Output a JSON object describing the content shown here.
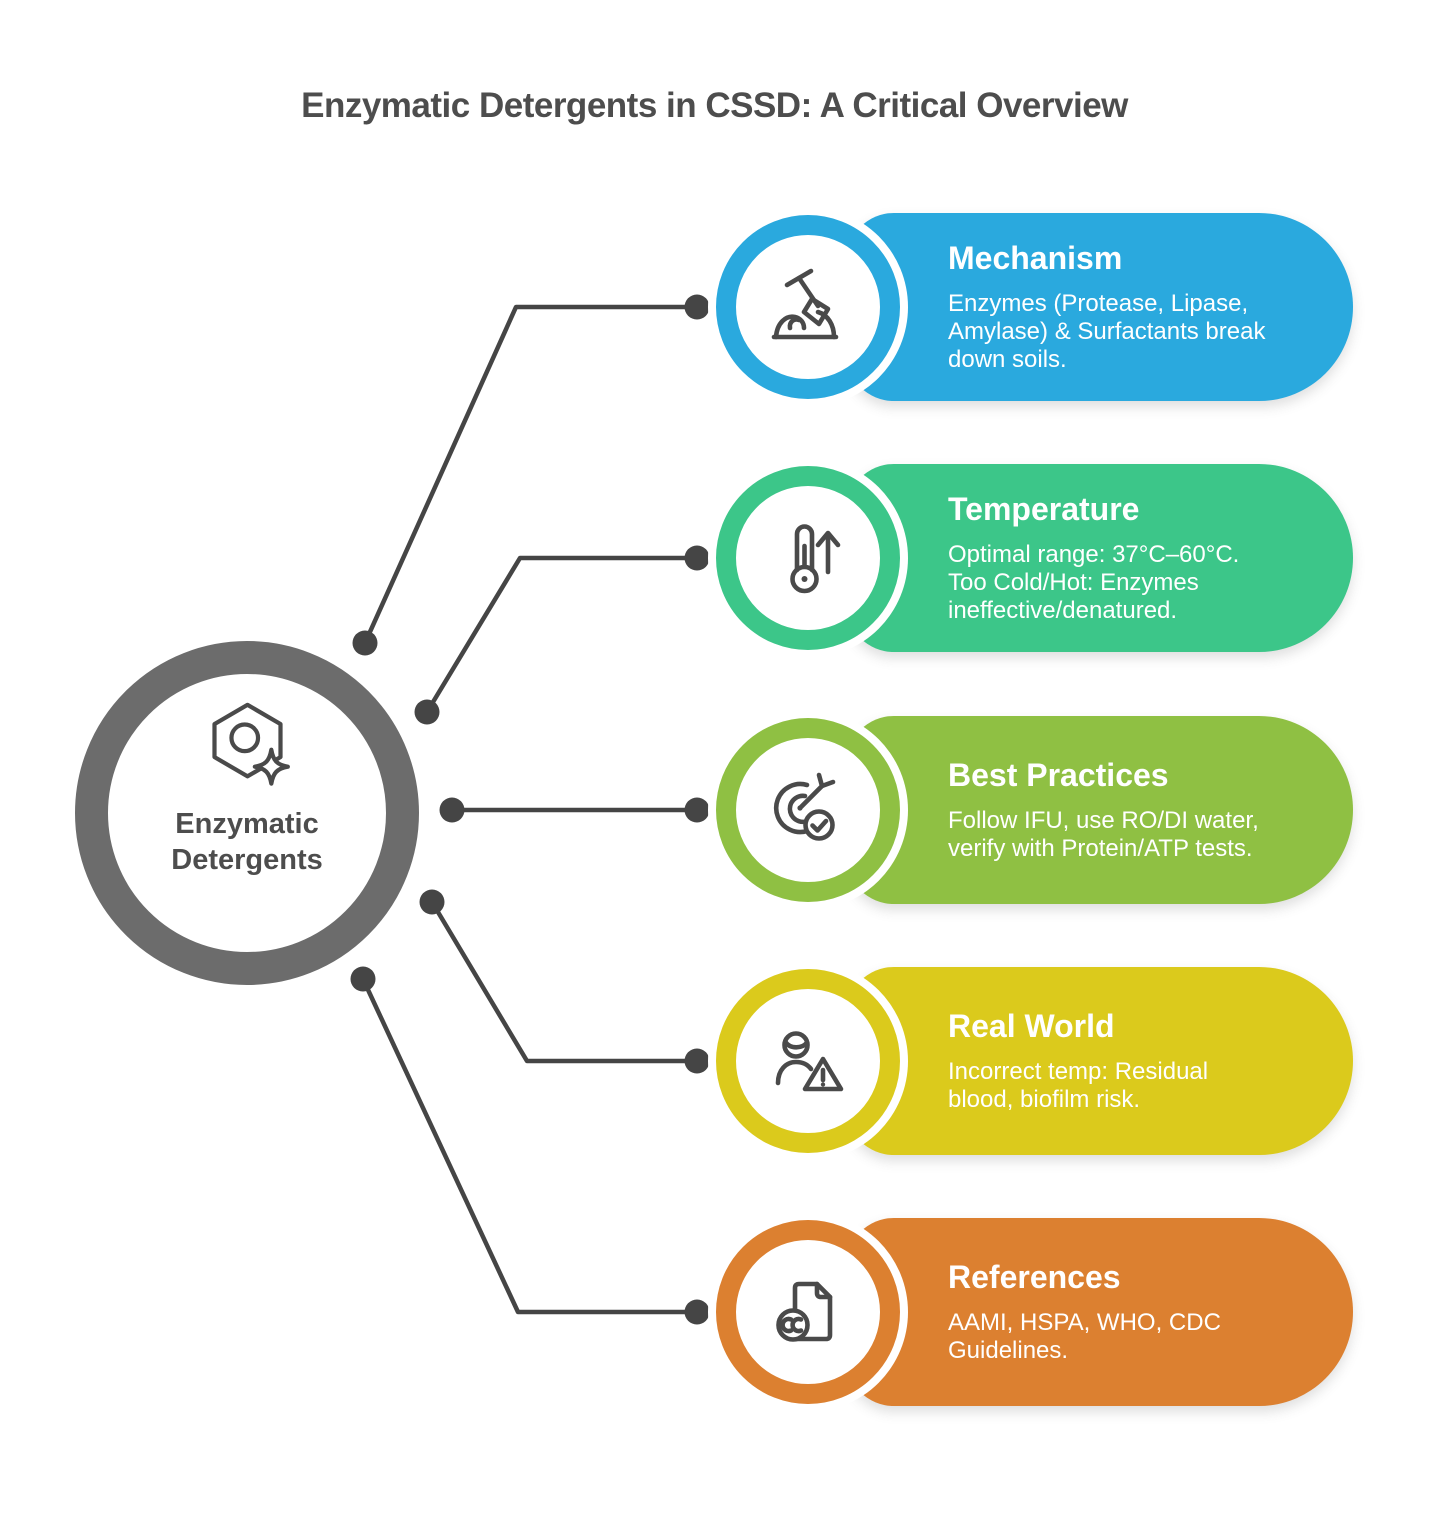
{
  "title": "Enzymatic Detergents in CSSD: A Critical Overview",
  "center": {
    "label": "Enzymatic\nDetergents",
    "icon": "hexagon-sparkle-icon"
  },
  "colors": {
    "background": "#FFFFFF",
    "connector": "#454545",
    "center_ring": "#6C6C6C",
    "icon_stroke": "#4A4A4A",
    "title_text": "#4D4D4D",
    "card_text": "#FFFFFF"
  },
  "cards": [
    {
      "title": "Mechanism",
      "body": "Enzymes (Protease, Lipase,\nAmylase) & Surfactants break\ndown soils.",
      "color": "#2AA9DE",
      "icon": "shovel-icon"
    },
    {
      "title": "Temperature",
      "body": "Optimal range: 37°C–60°C.\nToo Cold/Hot: Enzymes\nineffective/denatured.",
      "color": "#3CC689",
      "icon": "thermometer-up-icon"
    },
    {
      "title": "Best Practices",
      "body": "Follow IFU, use RO/DI water,\nverify with Protein/ATP tests.",
      "color": "#8FC043",
      "icon": "target-check-icon"
    },
    {
      "title": "Real World",
      "body": "Incorrect temp: Residual\nblood, biofilm risk.",
      "color": "#DBCA1C",
      "icon": "person-warning-icon"
    },
    {
      "title": "References",
      "body": "AAMI, HSPA, WHO, CDC\nGuidelines.",
      "color": "#DC8030",
      "icon": "document-cc-icon"
    }
  ]
}
